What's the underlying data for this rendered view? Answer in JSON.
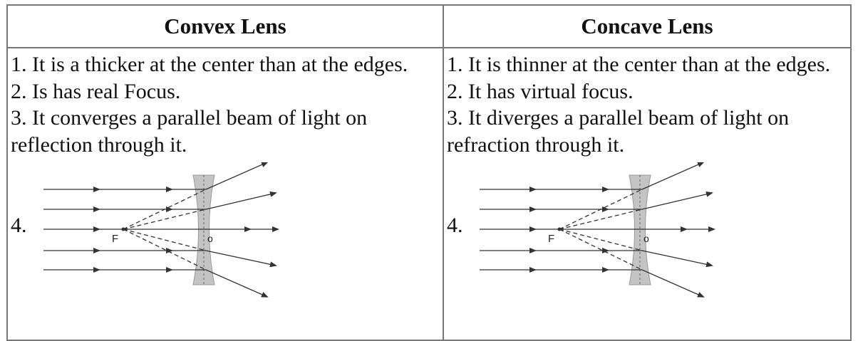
{
  "table": {
    "columns": [
      {
        "header": "Convex Lens",
        "points": [
          "1. It is a thicker at the center than at the edges.",
          "2. Is has real Focus.",
          "3. It converges a parallel beam of light on reflection through it."
        ],
        "diagram": {
          "number": "4.",
          "focus_label": "F",
          "center_label": "o"
        }
      },
      {
        "header": "Concave Lens",
        "points": [
          "1. It is thinner at the center than at the edges.",
          "2. It has virtual focus.",
          "3. It diverges a parallel beam of light on refraction through it."
        ],
        "diagram": {
          "number": "4.",
          "focus_label": "F",
          "center_label": "o"
        }
      }
    ]
  },
  "colors": {
    "border": "#777777",
    "text": "#111111",
    "lens": "#bdbdbd",
    "ray": "#333333"
  }
}
